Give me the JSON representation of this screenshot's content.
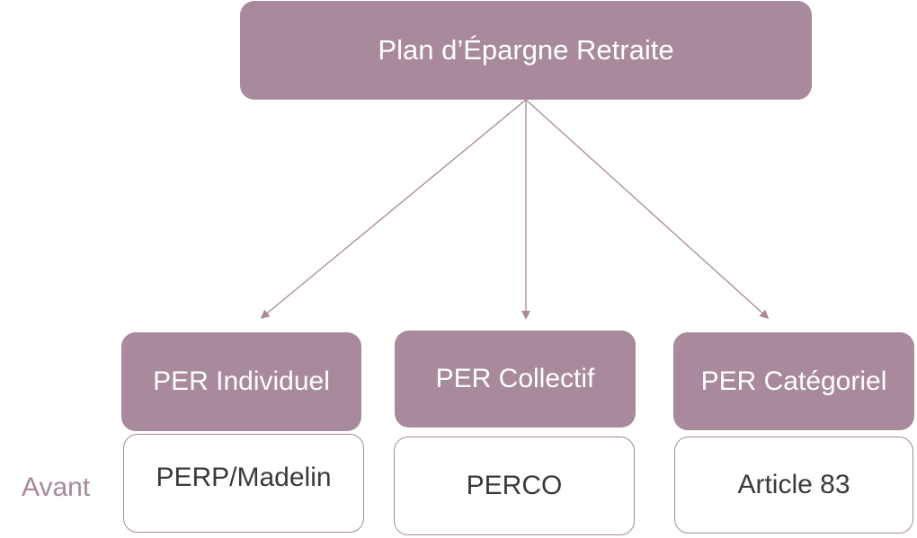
{
  "colors": {
    "fill": "#a98a9c",
    "stroke": "#a8889a",
    "label": "#a8889a"
  },
  "root": {
    "label": "Plan d’Épargne Retraite"
  },
  "categories": [
    {
      "label": "PER Individuel",
      "previous": "PERP/Madelin"
    },
    {
      "label": "PER Collectif",
      "previous": "PERCO"
    },
    {
      "label": "PER Catégoriel",
      "previous": "Article 83"
    }
  ],
  "row_label": "Avant"
}
